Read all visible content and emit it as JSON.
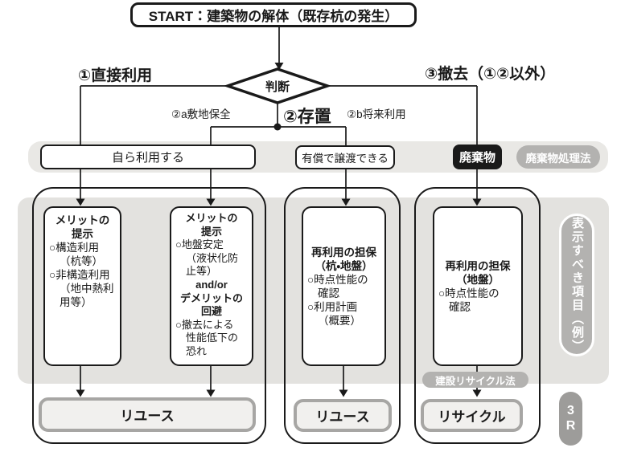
{
  "colors": {
    "ink": "#1a1a1a",
    "band": "#e9e8e5",
    "area": "#e3e2df",
    "pill": "#b3b2b0",
    "pilldark": "#9d9c9a",
    "outline": "#a7a6a4",
    "outfill": "#f1f0ee"
  },
  "start": {
    "label": "START：建築物の解体（既存杭の発生）"
  },
  "decision": {
    "label": "判断"
  },
  "branches": {
    "direct": "①直接利用",
    "leave": "②存置",
    "leave_site": "②a敷地保全",
    "leave_future": "②b将来利用",
    "removal": "③撤去（①②以外）"
  },
  "row": {
    "self_use": "自ら利用する",
    "transfer": "有償で譲渡できる",
    "waste": "廃棄物",
    "waste_law": "廃棄物処理法"
  },
  "cards": {
    "merit1": {
      "heading": [
        "メリットの",
        "提示"
      ],
      "body": [
        "○構造利用",
        "（杭等）",
        "○非構造利用",
        "（地中熱利",
        "用等）"
      ]
    },
    "merit2": {
      "heading": [
        "メリットの",
        "提示"
      ],
      "body1": [
        "○地盤安定",
        "（液状化防",
        "止等）"
      ],
      "connector": "and/or",
      "heading2": [
        "デメリットの",
        "回避"
      ],
      "body2": [
        "○撤去による",
        "性能低下の",
        "恐れ"
      ]
    },
    "assure1": {
      "heading": [
        "再利用の担保",
        "（杭・地盤）"
      ],
      "body": [
        "○時点性能の",
        "確認",
        "○利用計画",
        "（概要）"
      ]
    },
    "assure2": {
      "heading": [
        "再利用の担保",
        "（地盤）"
      ],
      "body": [
        "○時点性能の",
        "確認"
      ]
    }
  },
  "outcomes": {
    "reuse1": "リユース",
    "reuse2": "リユース",
    "recycle": "リサイクル"
  },
  "side": {
    "recycle_law": "建設リサイクル法",
    "display_items": "表示すべき項目",
    "display_items_note": "（例）",
    "three_r": "3R"
  }
}
